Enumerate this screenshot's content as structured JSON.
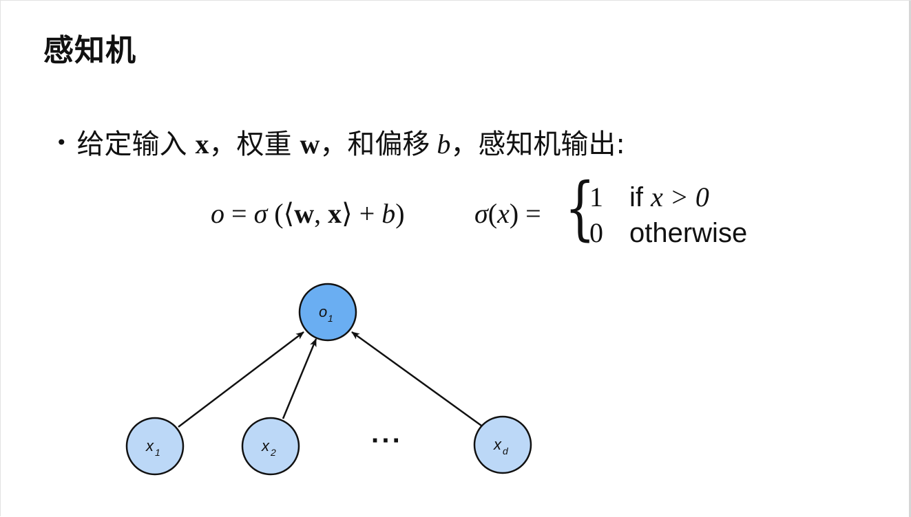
{
  "slide": {
    "title": "感知机",
    "bullet": {
      "bullet_char": "•",
      "prefix": "给定输入",
      "x_symbol": "x",
      "sep1": "，权重",
      "w_symbol": "w",
      "sep2": "，和偏移",
      "b_symbol": "b",
      "suffix": "，感知机输出:"
    },
    "formula": {
      "lhs": "o = σ (⟨w, x⟩ + b)",
      "o": "o",
      "eq": " = ",
      "sigma": "σ",
      "open": " (⟨",
      "w": "w",
      "comma": ", ",
      "x": "x",
      "close_bracket": "⟩",
      "plus": " + ",
      "b": "b",
      "close": ")",
      "sigma_def": "σ(x) =",
      "sigma_def_sigma": "σ",
      "sigma_def_open": "(",
      "sigma_def_x": "x",
      "sigma_def_close": ") =",
      "brace": "{",
      "case1_value": "1",
      "case1_condition_if": "if ",
      "case1_condition_expr": "x > 0",
      "case2_value": "0",
      "case2_condition": "otherwise"
    },
    "diagram": {
      "output_node": {
        "label": "o",
        "sub": "1"
      },
      "input_nodes": [
        {
          "label": "x",
          "sub": "1"
        },
        {
          "label": "x",
          "sub": "2"
        },
        {
          "label": "x",
          "sub": "d"
        }
      ],
      "ellipsis": "···",
      "colors": {
        "output_fill": "#6aaef2",
        "input_fill": "#bcd8f7",
        "stroke": "#111111"
      }
    }
  }
}
